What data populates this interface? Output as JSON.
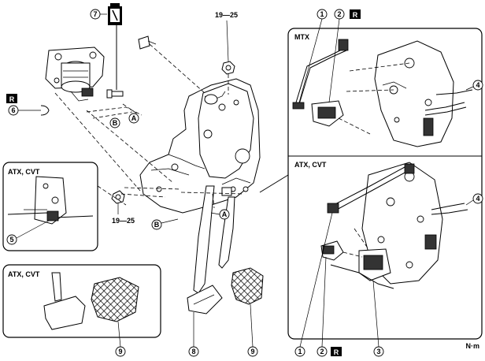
{
  "torque": {
    "top": "19—25",
    "mid": "19—25"
  },
  "boxes": {
    "mtx": "MTX",
    "atx_cvt_right": "ATX, CVT",
    "atx_cvt_left_top": "ATX, CVT",
    "atx_cvt_left_bottom": "ATX, CVT"
  },
  "callouts": {
    "n1": "1",
    "n2": "2",
    "n3": "3",
    "n4": "4",
    "n5": "5",
    "n6": "6",
    "n7": "7",
    "n8": "8",
    "n9": "9",
    "A": "A",
    "B": "B"
  },
  "replace_mark": "R",
  "unit": "N·m"
}
